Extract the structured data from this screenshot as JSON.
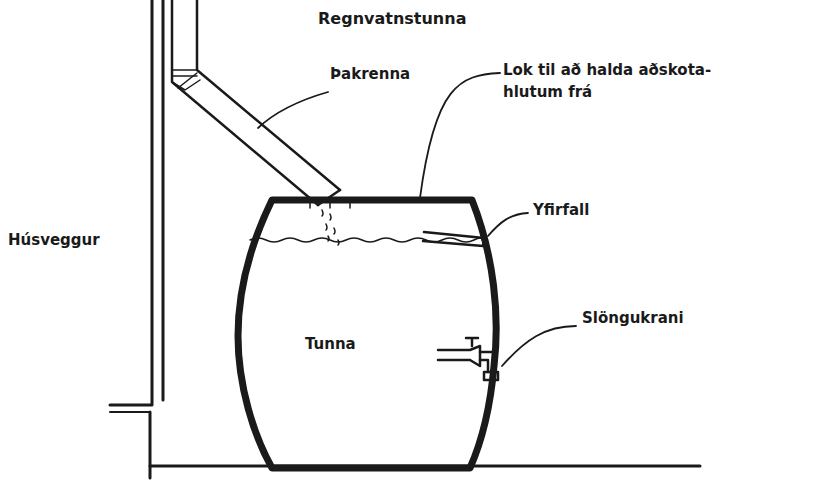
{
  "diagram": {
    "title": "Regnvatnstunna",
    "nodes": [
      {
        "text": [
          "Tunna"
        ]
      }
    ],
    "labels": [
      "Þakrenna",
      "Lok til að halda aðskota- hlutum frá",
      "Yfirfall",
      "Húsveggur",
      "Slöngukrani"
    ]
  }
}
